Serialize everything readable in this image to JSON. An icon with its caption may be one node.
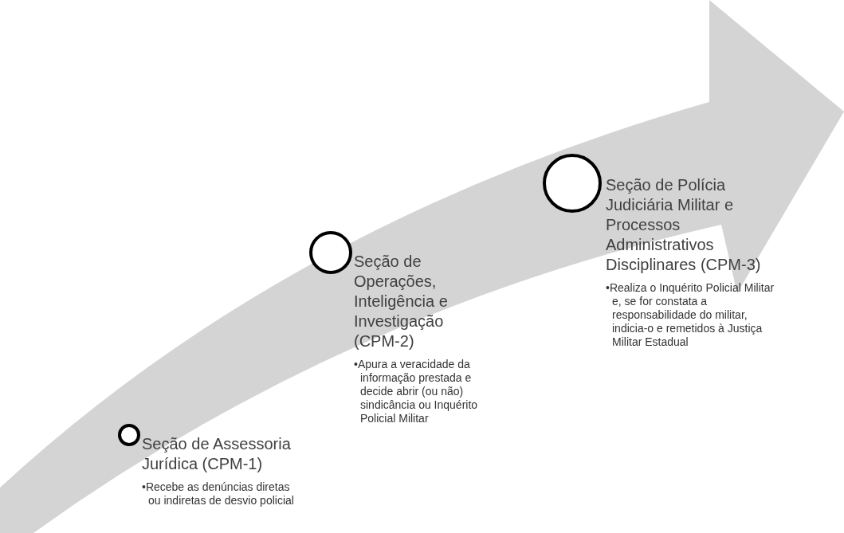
{
  "diagram": {
    "nodes": [
      {
        "text": [],
        "shape": "circle",
        "beside": [
          "Seção de Assessoria Jurídica (CPM-1)",
          "•Recebe as denúncias diretas ou indiretas de desvio policial"
        ]
      },
      {
        "text": [],
        "shape": "circle",
        "beside": [
          "Seção de Operações, Inteligência e Investigação (CPM-2)",
          "•Apura a veracidade da informação prestada e decide abrir (ou não) sindicância ou Inquérito Policial Militar"
        ]
      },
      {
        "text": [],
        "shape": "circle",
        "beside": [
          "Seção de Polícia Judiciária Militar e Processos Administrativos Disciplinares (CPM-3)",
          "•Realiza o Inquérito Policial Militar e, se for constata a responsabilidade do militar, indicia-o e remetidos à Justiça Militar Estadual"
        ]
      }
    ]
  }
}
